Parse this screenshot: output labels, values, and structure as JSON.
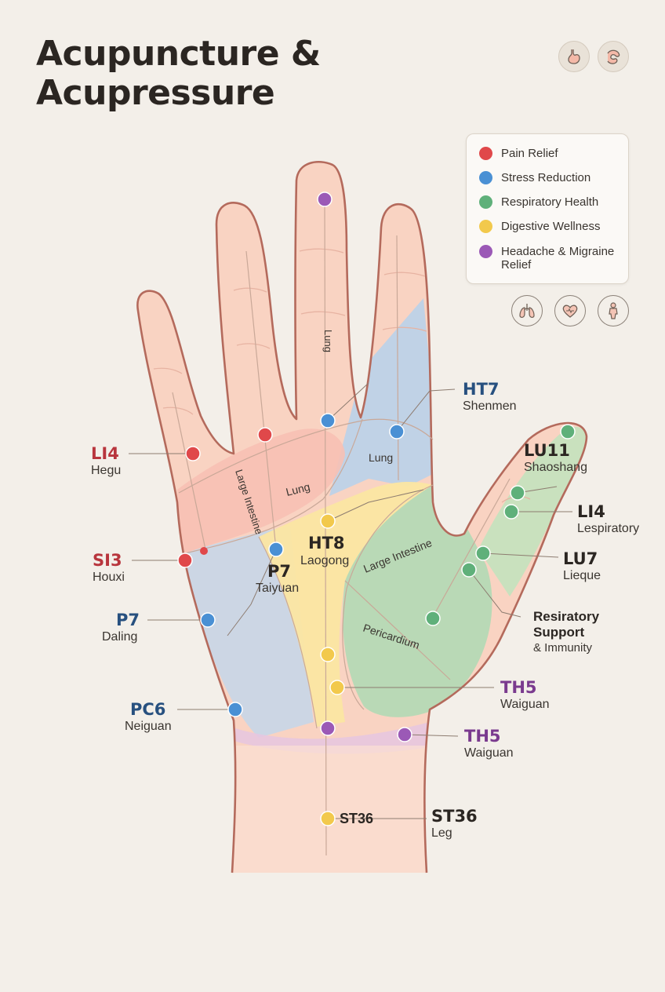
{
  "title": {
    "line1": "Acupuncture &",
    "line2": "Acupressure"
  },
  "colors": {
    "pain": "#e0484a",
    "stress": "#4a90d4",
    "respiratory": "#5fb07a",
    "digestive": "#f2c94c",
    "headache": "#9b59b6"
  },
  "icons": {
    "top": [
      "stomach-icon",
      "intestine-icon"
    ],
    "bottom": [
      "lungs-icon",
      "heart-icon",
      "human-figure-icon"
    ]
  },
  "legend": [
    {
      "label": "Pain Relief",
      "color": "#e0484a"
    },
    {
      "label": "Stress Reduction",
      "color": "#4a90d4"
    },
    {
      "label": "Respiratory Health",
      "color": "#5fb07a"
    },
    {
      "label": "Digestive Wellness",
      "color": "#f2c94c"
    },
    {
      "label": "Headache & Migraine Relief",
      "color": "#9b59b6"
    }
  ],
  "zones": {
    "lung_finger": "Lung",
    "lung_palm": "Lung",
    "lung_blue": "Lung",
    "large_intestine_left": "Large Intestine",
    "large_intestine_right": "Large Intestine",
    "pericardium": "Pericardium"
  },
  "points": {
    "li4_left": {
      "code": "LI4",
      "name": "Hegu"
    },
    "si3": {
      "code": "SI3",
      "name": "Houxi"
    },
    "p7_left": {
      "code": "P7",
      "name": "Daling"
    },
    "pc6": {
      "code": "PC6",
      "name": "Neiguan"
    },
    "ht7": {
      "code": "HT7",
      "name": "Shenmen"
    },
    "lu11": {
      "code": "LU11",
      "name": "Shaoshang"
    },
    "li4_right": {
      "code": "LI4",
      "name": "Lespiratory"
    },
    "lu7": {
      "code": "LU7",
      "name": "Lieque"
    },
    "resp": {
      "line1": "Resiratory",
      "line2": "Support",
      "line3": "& Immunity"
    },
    "th5_a": {
      "code": "TH5",
      "name": "Waiguan"
    },
    "th5_b": {
      "code": "TH5",
      "name": "Waiguan"
    },
    "st36_inline": {
      "code": "ST36"
    },
    "st36": {
      "code": "ST36",
      "name": "Leg"
    },
    "ht8": {
      "code": "HT8",
      "name": "Laogong"
    },
    "p7_center": {
      "code": "P7",
      "name": "Taiyuan"
    }
  }
}
